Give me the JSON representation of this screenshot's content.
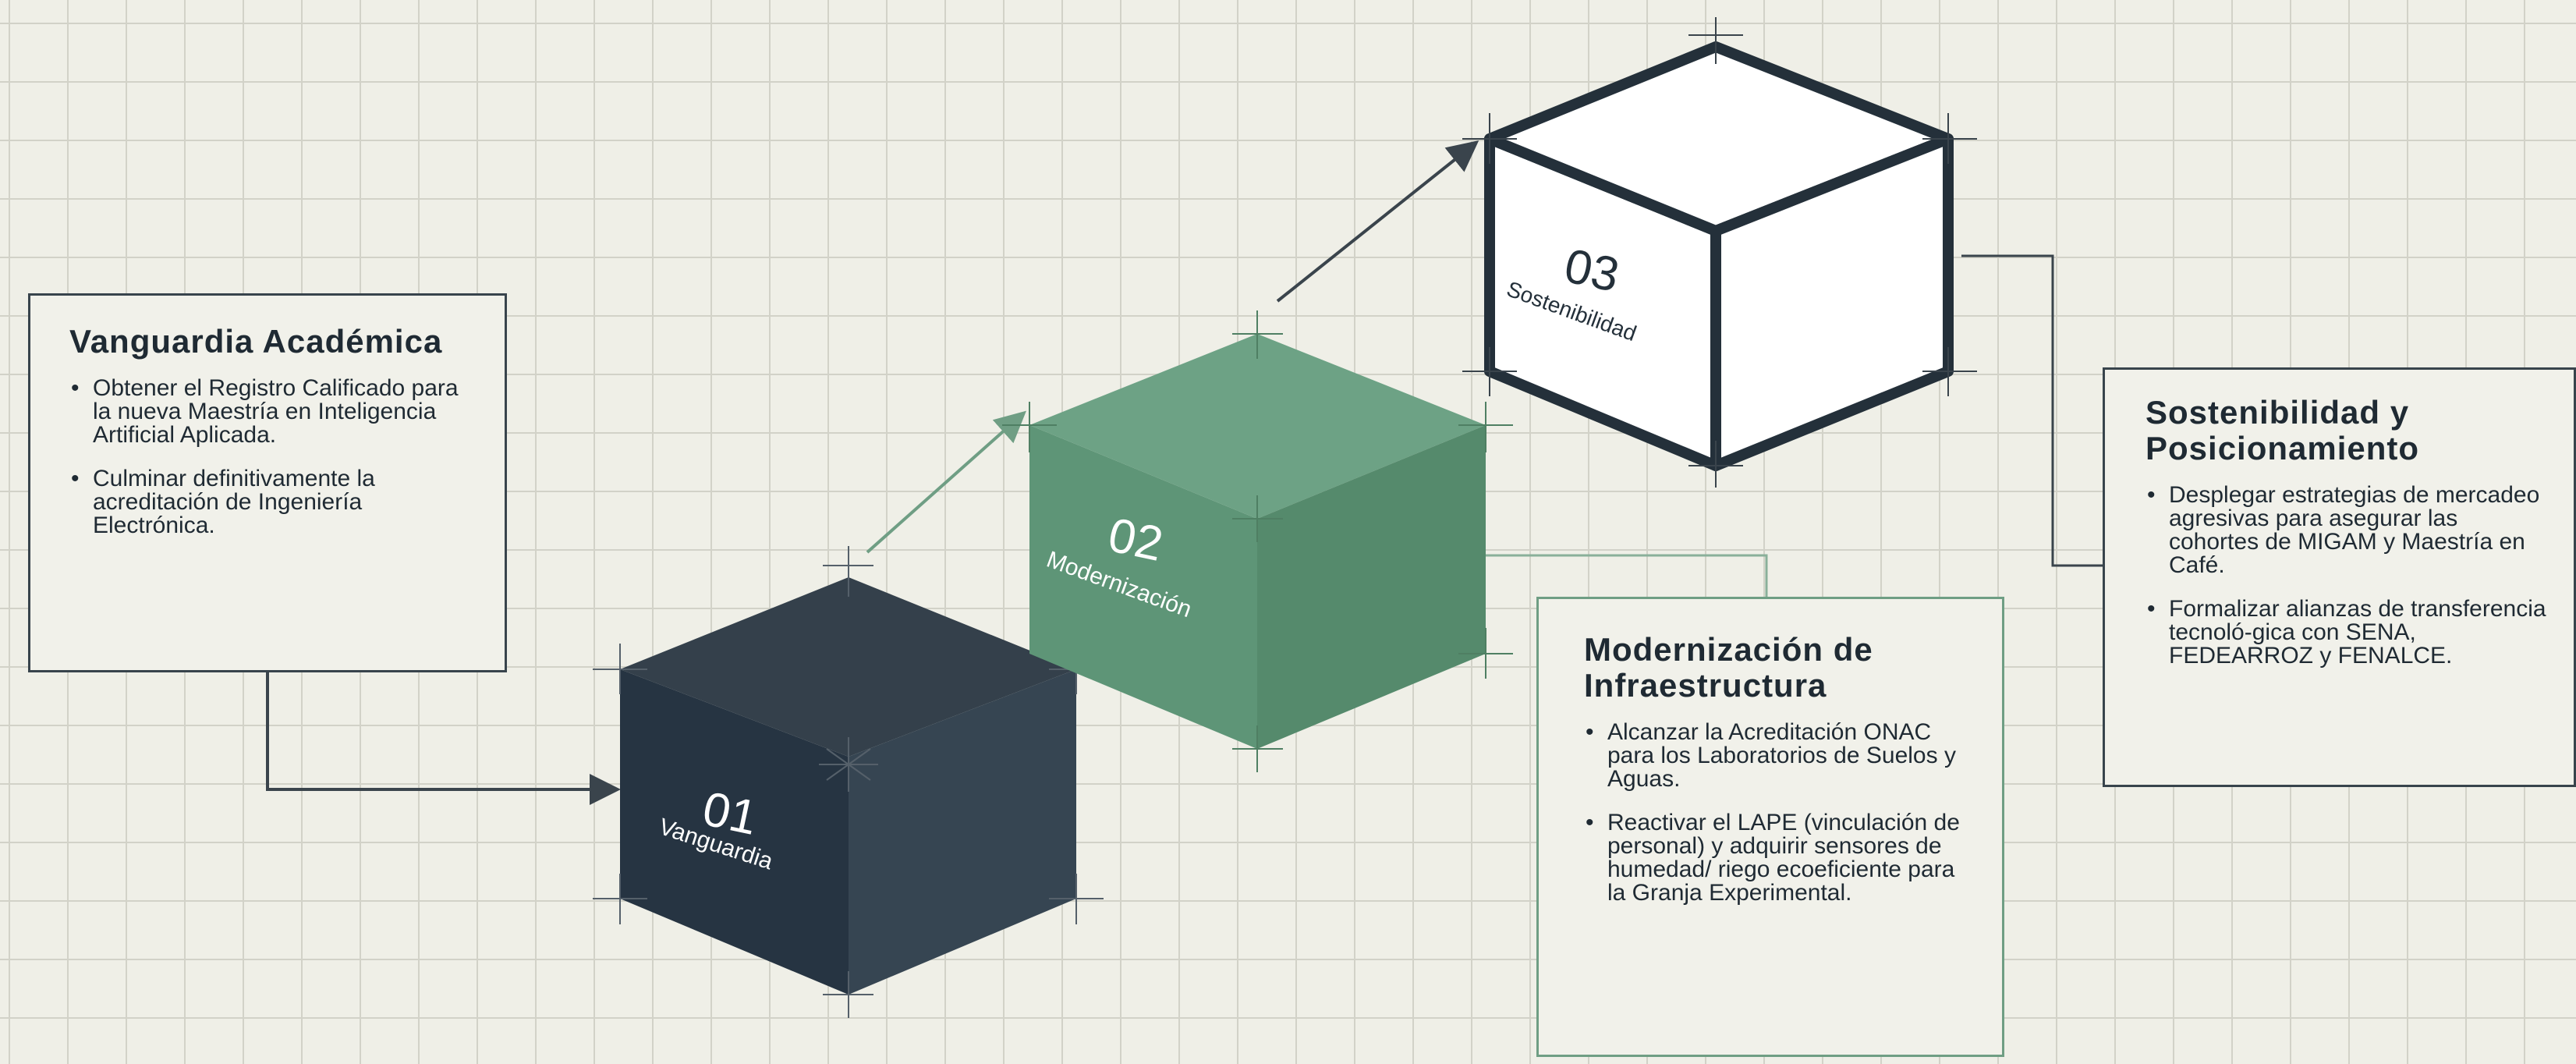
{
  "stages": [
    {
      "number": "01",
      "name": "Vanguardia"
    },
    {
      "number": "02",
      "name": "Modernización"
    },
    {
      "number": "03",
      "name": "Sostenibilidad"
    }
  ],
  "panels": [
    {
      "title": "Vanguardia Académica",
      "bullets": [
        "Obtener el Registro Calificado para la nueva Maestría en Inteligencia Artificial Aplicada.",
        "Culminar definitivamente la acreditación de Ingeniería Electrónica."
      ]
    },
    {
      "title": "Modernización de Infraestructura",
      "bullets": [
        "Alcanzar la Acreditación ONAC para los Laboratorios de Suelos y Aguas.",
        "Reactivar el LAPE (vinculación de personal) y adquirir sensores de humedad/ riego ecoeficiente para la Granja Experimental."
      ]
    },
    {
      "title": "Sostenibilidad y Posicionamiento",
      "bullets": [
        "Desplegar estrategias de mercadeo agresivas para asegurar las cohortes de MIGAM y Maestría en Café.",
        "Formalizar alianzas de transferencia tecnoló-gica con SENA, FEDEARROZ y FENALCE."
      ]
    }
  ],
  "colors": {
    "background": "#efefe7",
    "grid": "#d2d2c8",
    "cube1_front": "#263442",
    "cube1_top": "#34404b",
    "cube1_side": "#364552",
    "cube2_front": "#5e9577",
    "cube2_top": "#6da285",
    "cube2_side": "#558a6c",
    "cube3_face": "#ffffff",
    "cube3_edge": "#24303a",
    "arrow_dark": "#3a444c",
    "arrow_green": "#6f9e84",
    "connector_green": "#8ab09a"
  }
}
